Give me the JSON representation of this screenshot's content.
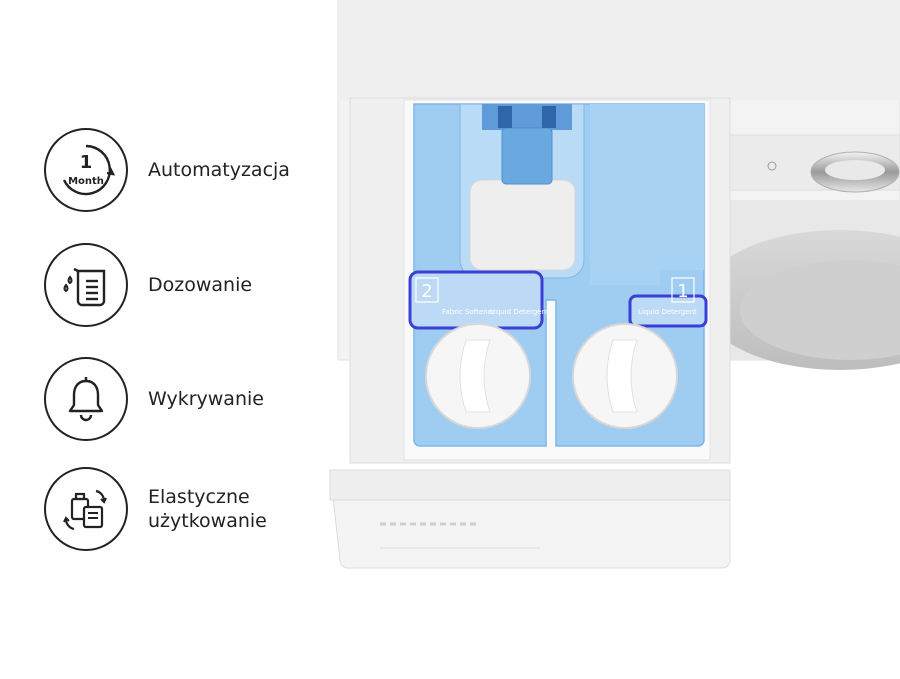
{
  "features": [
    {
      "label": "Automatyzacja",
      "icon": "one-month-cycle-icon",
      "icon_text_top": "1",
      "icon_text_bottom": "Month"
    },
    {
      "label": "Dozowanie",
      "icon": "dosing-cup-icon"
    },
    {
      "label": "Wykrywanie",
      "icon": "bell-icon"
    },
    {
      "label": "Elastyczne",
      "label2": "użytkowanie",
      "icon": "detergent-swap-icon"
    }
  ],
  "drawer": {
    "compartment2_number": "2",
    "compartment2_text_a": "Fabric Softener",
    "compartment2_text_b": "Liquid Detergent",
    "compartment1_number": "1",
    "compartment1_text": "Liquid Detergent"
  },
  "colors": {
    "drawer_blue": "#9fcdf2",
    "drawer_blue_dark": "#6aa8e0",
    "highlight_border": "#3a3fd6",
    "icon_stroke": "#222222"
  }
}
